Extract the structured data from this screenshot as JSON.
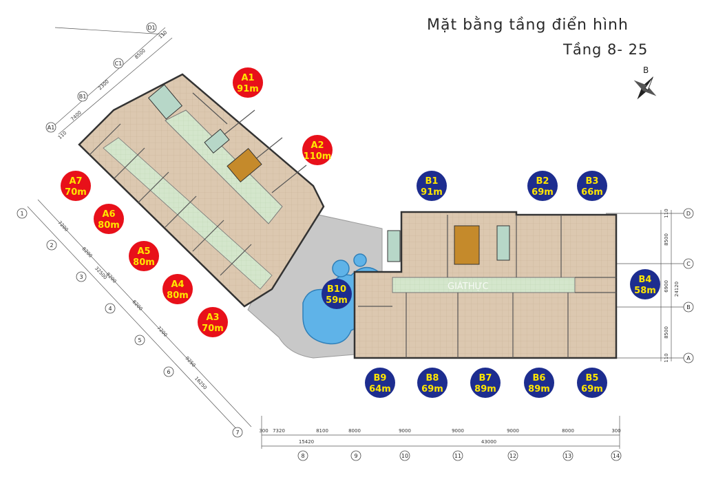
{
  "header": {
    "title": "Mặt bằng tầng điển hình",
    "floors": "Tầng 8- 25"
  },
  "compass": {
    "letter": "B"
  },
  "watermark": "GIÁTHỰC",
  "colors": {
    "red_badge": "#e8101a",
    "blue_badge": "#1d2d8f",
    "badge_text": "#ffe600",
    "floor": "#d9c5ad",
    "corridor": "#d4e6cc",
    "pool": "#5fb3e8"
  },
  "units": [
    {
      "code": "A1",
      "area": "91m",
      "group": "A"
    },
    {
      "code": "A2",
      "area": "110m",
      "group": "A"
    },
    {
      "code": "A7",
      "area": "70m",
      "group": "A"
    },
    {
      "code": "A6",
      "area": "80m",
      "group": "A"
    },
    {
      "code": "A5",
      "area": "80m",
      "group": "A"
    },
    {
      "code": "A4",
      "area": "80m",
      "group": "A"
    },
    {
      "code": "A3",
      "area": "70m",
      "group": "A"
    },
    {
      "code": "B1",
      "area": "91m",
      "group": "B"
    },
    {
      "code": "B2",
      "area": "69m",
      "group": "B"
    },
    {
      "code": "B3",
      "area": "66m",
      "group": "B"
    },
    {
      "code": "B4",
      "area": "58m",
      "group": "B"
    },
    {
      "code": "B10",
      "area": "59m",
      "group": "B"
    },
    {
      "code": "B9",
      "area": "64m",
      "group": "B"
    },
    {
      "code": "B8",
      "area": "69m",
      "group": "B"
    },
    {
      "code": "B7",
      "area": "89m",
      "group": "B"
    },
    {
      "code": "B6",
      "area": "89m",
      "group": "B"
    },
    {
      "code": "B5",
      "area": "69m",
      "group": "B"
    }
  ],
  "grid_bottom": {
    "segments": [
      "300",
      "7320",
      "8100",
      "8000",
      "9000",
      "9000",
      "9000",
      "8000",
      "300"
    ],
    "totals": [
      "15420",
      "43000"
    ],
    "axes": [
      "8",
      "9",
      "10",
      "11",
      "12",
      "13",
      "14"
    ]
  },
  "grid_right": {
    "segments": [
      "110",
      "8500",
      "6900",
      "8500",
      "110"
    ],
    "total": "24120",
    "axes": [
      "D",
      "C",
      "B",
      "A"
    ]
  },
  "grid_diag_left": {
    "segments": [
      "7200",
      "8200",
      "8200",
      "8200",
      "7200",
      "9250"
    ],
    "totals": [
      "32500",
      "16250"
    ],
    "axes": [
      "1",
      "2",
      "3",
      "4",
      "5",
      "6",
      "7"
    ]
  },
  "grid_diag_top": {
    "segments": [
      "110",
      "7400",
      "2300",
      "8500",
      "110"
    ],
    "axes": [
      "A1",
      "B1",
      "C1",
      "D1"
    ]
  }
}
